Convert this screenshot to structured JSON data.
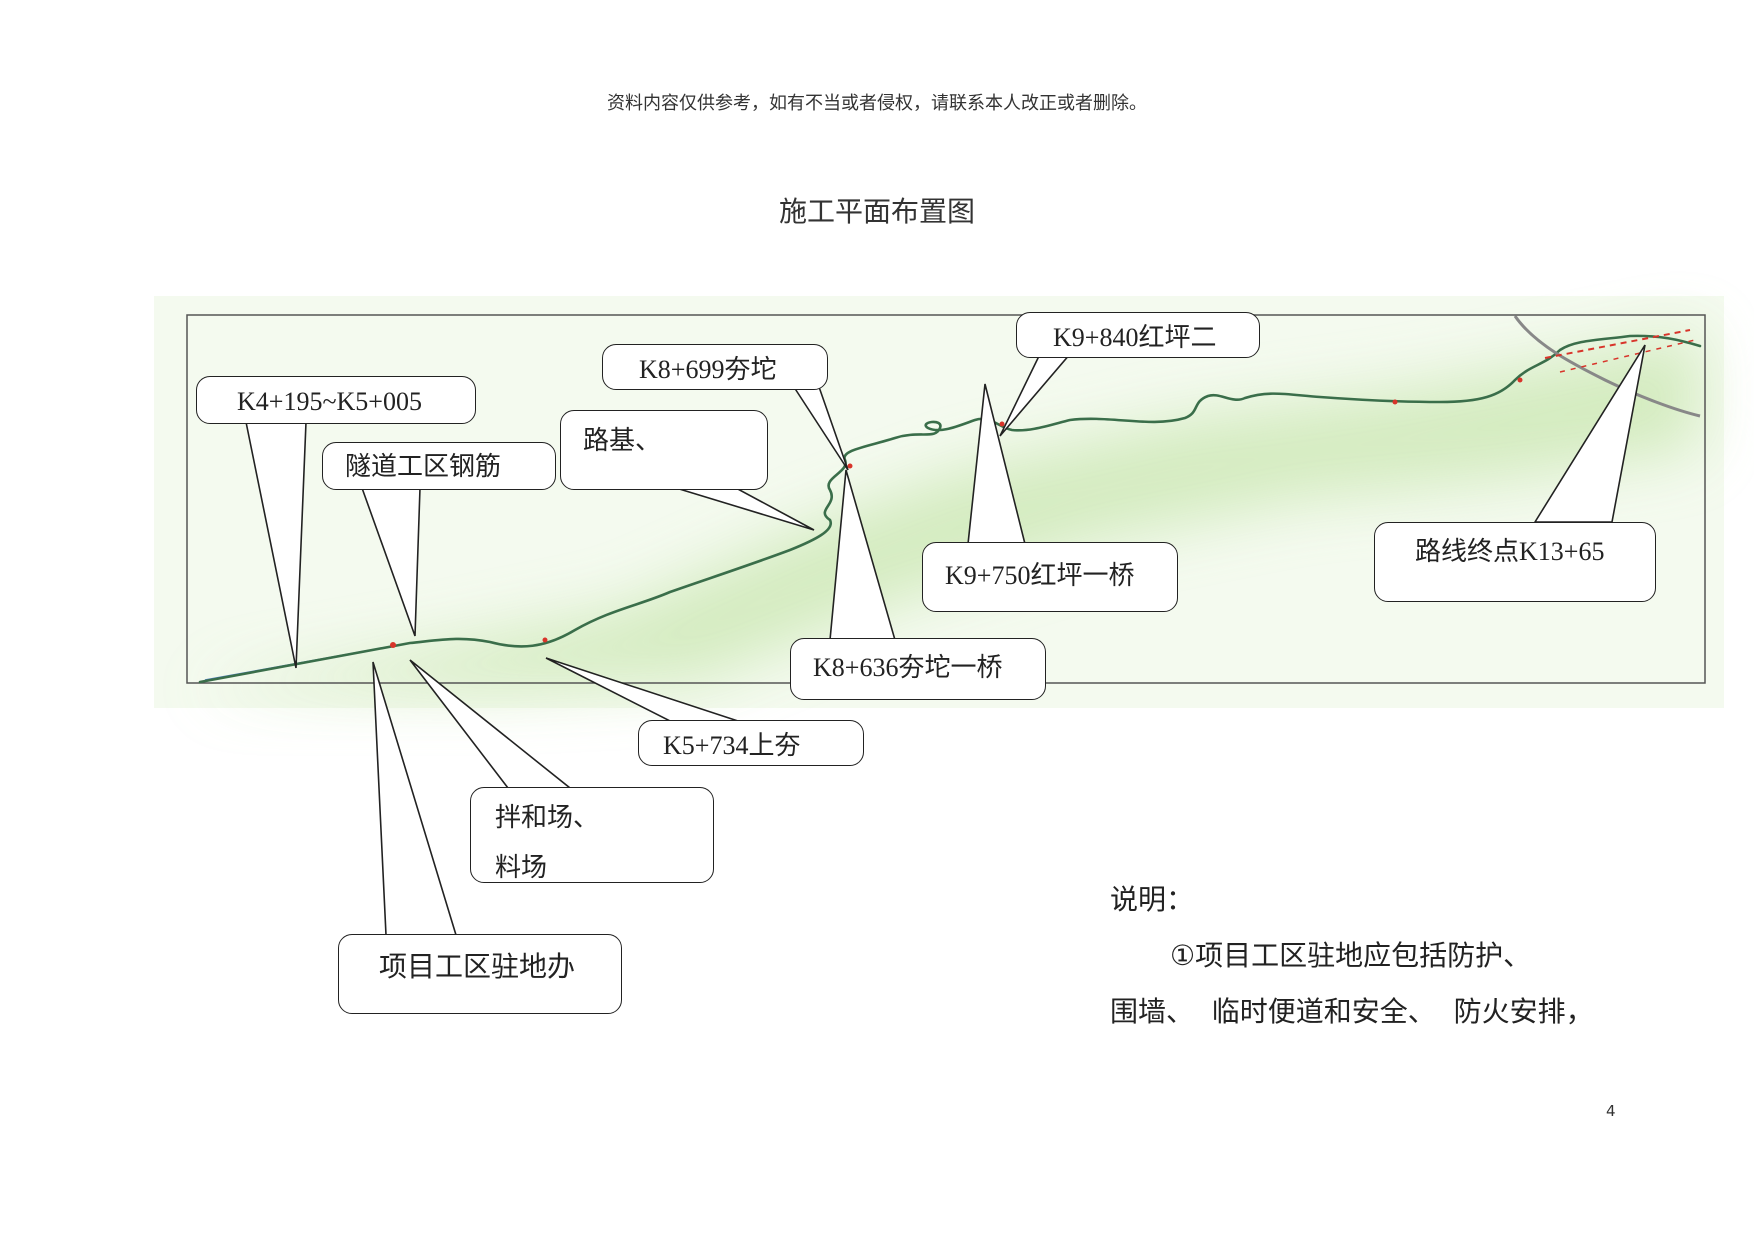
{
  "header": {
    "disclaimer": "资料内容仅供参考，如有不当或者侵权，请联系本人改正或者删除。"
  },
  "title": "施工平面布置图",
  "map": {
    "callouts": [
      {
        "id": "k4-k5-tunnel",
        "label": "K4+195~K5+005"
      },
      {
        "id": "tunnel-rebar",
        "label": "隧道工区钢筋"
      },
      {
        "id": "subgrade",
        "label": "路基、"
      },
      {
        "id": "k8-699",
        "label": "K8+699夯坨"
      },
      {
        "id": "k9-840",
        "label": "K9+840红坪二"
      },
      {
        "id": "route-end",
        "label": "路线终点K13+65"
      },
      {
        "id": "k9-750",
        "label": "K9+750红坪一桥"
      },
      {
        "id": "k8-636",
        "label": "K8+636夯坨一桥"
      },
      {
        "id": "k5-734",
        "label": "K5+734上夯"
      },
      {
        "id": "mixing-plant",
        "label": "拌和场、",
        "label2": "料场"
      },
      {
        "id": "project-office",
        "label": "项目工区驻地办"
      }
    ]
  },
  "notes": {
    "heading": "说明：",
    "line1": "①项目工区驻地应包括防护、",
    "line2": "围墙、  临时便道和安全、  防火安排，"
  },
  "page_number": "4"
}
